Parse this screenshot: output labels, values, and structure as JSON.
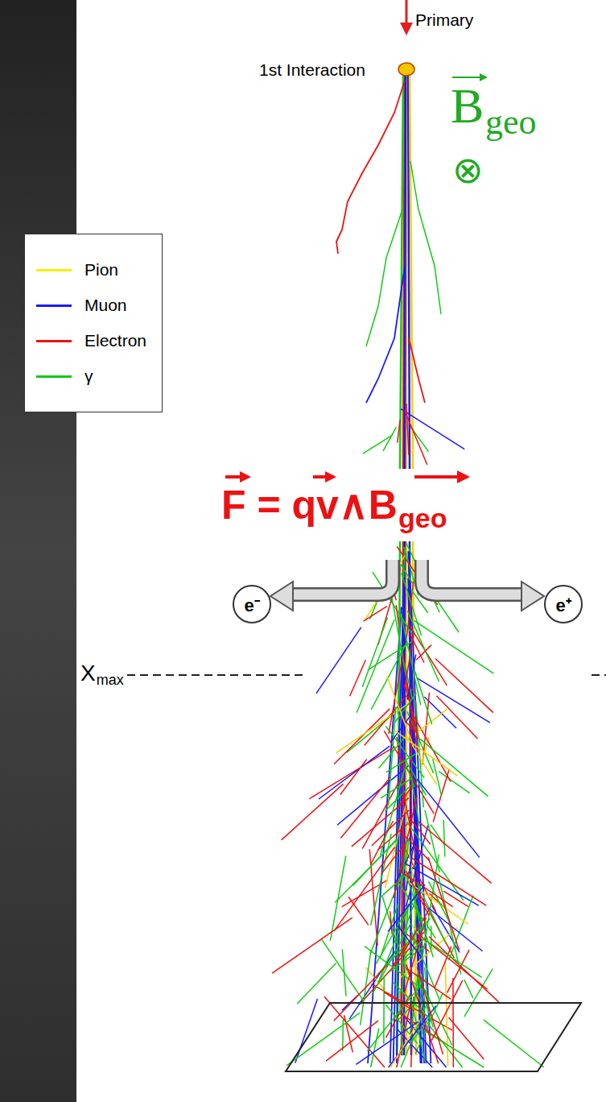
{
  "diagram": {
    "nodes": [
      {
        "text": [
          "e⁻"
        ]
      },
      {
        "text": [
          "e⁺"
        ]
      }
    ],
    "labels": [
      "Primary",
      "1st Interaction",
      "B",
      "geo",
      "⊗",
      "F = qv∧B",
      "geo",
      "X",
      "max"
    ],
    "legend": [
      {
        "text": "Pion",
        "color": "#f2f200"
      },
      {
        "text": "Muon",
        "color": "#1a1aff"
      },
      {
        "text": "Electron",
        "color": "#ee1111"
      },
      {
        "text": "γ",
        "color": "#11cc11"
      }
    ]
  }
}
